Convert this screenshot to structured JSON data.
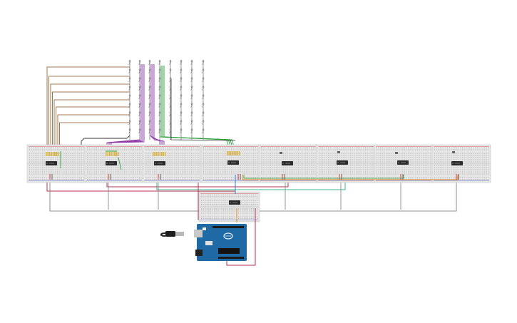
{
  "canvas": {
    "background": "#ffffff"
  },
  "colors": {
    "breadboard": "#e6e6e6",
    "breadboard_edge": "#c9c9c9",
    "hole": "#7d7d7d",
    "rail_red": "#d23a3a",
    "rail_blue": "#3a55c8",
    "chip": "#2b2b2b",
    "arduino": "#1f6aa5",
    "wire_brown": "#a07850",
    "wire_purple": "#8e3aa8",
    "wire_green": "#2aa23a",
    "wire_teal": "#3fb38f",
    "wire_gray": "#8c8c8c",
    "wire_crimson": "#b0304a",
    "wire_orange": "#e08a1e",
    "wire_black": "#333333",
    "wire_blue": "#2c7fd0"
  },
  "components": {
    "breadboard_count": 9,
    "shift_register_count": 9,
    "led_column_count": 8,
    "arduino": "arduino-uno",
    "usb_cable": "usb-cable"
  }
}
